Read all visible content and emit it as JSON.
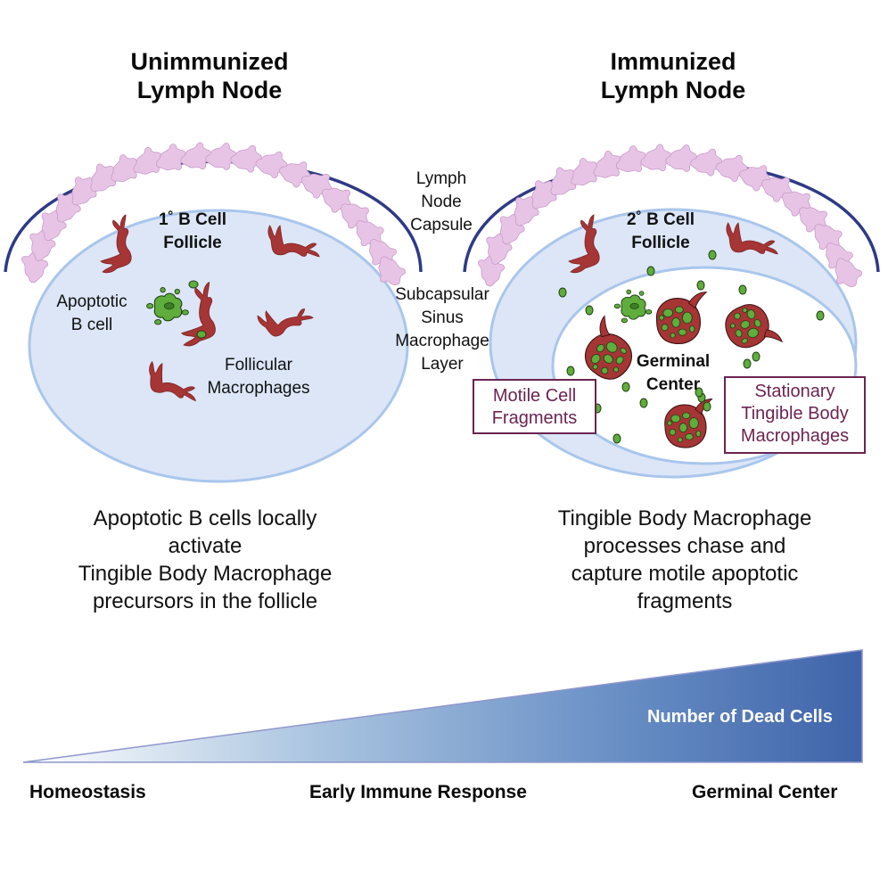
{
  "figure": {
    "left_panel": {
      "title_lines": [
        "Unimmunized",
        "Lymph Node"
      ],
      "follicle_label_lines": [
        "1˚ B Cell",
        "Follicle"
      ],
      "apoptotic_label_lines": [
        "Apoptotic",
        "B cell"
      ],
      "macrophage_label_lines": [
        "Follicular",
        "Macrophages"
      ],
      "caption_lines": [
        "Apoptotic B cells locally",
        "activate",
        "Tingible Body Macrophage",
        "precursors in the follicle"
      ]
    },
    "center_labels": {
      "capsule_lines": [
        "Lymph",
        "Node",
        "Capsule"
      ],
      "sinus_lines": [
        "Subcapsular",
        "Sinus",
        "Macrophage",
        "Layer"
      ]
    },
    "right_panel": {
      "title_lines": [
        "Immunized",
        "Lymph Node"
      ],
      "follicle_label_lines": [
        "2˚ B Cell",
        "Follicle"
      ],
      "germinal_center_lines": [
        "Germinal",
        "Center"
      ],
      "motile_box_lines": [
        "Motile Cell",
        "Fragments"
      ],
      "stationary_box_lines": [
        "Stationary",
        "Tingible Body",
        "Macrophages"
      ],
      "caption_lines": [
        "Tingible Body Macrophage",
        "processes chase and",
        "capture motile apoptotic",
        "fragments"
      ]
    },
    "gradient_bar": {
      "label": "Number of Dead Cells",
      "stages": [
        "Homeostasis",
        "Early Immune Response",
        "Germinal Center"
      ],
      "trend": "increasing"
    },
    "colors": {
      "capsule_line": "#2f3a86",
      "follicle_fill": "#dce6f7",
      "follicle_edge": "#a9c6ec",
      "sinus_macrophage": "#e6c3e4",
      "macrophage": "#a63535",
      "apoptotic_cell": "#5fad3c",
      "box_border": "#6b2452",
      "gradient_start": "#ffffff",
      "gradient_end": "#3f63a9"
    }
  }
}
